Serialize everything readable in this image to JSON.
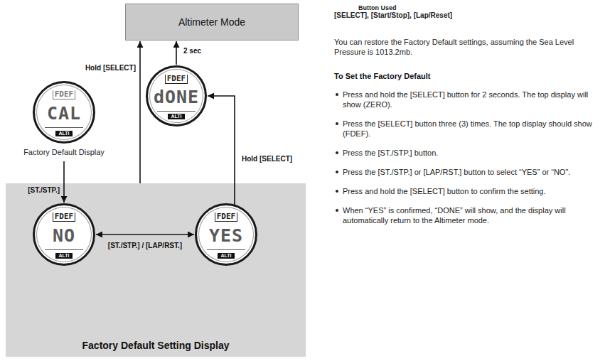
{
  "diagram": {
    "nodes": [
      {
        "text": [
          "Altimeter Mode"
        ]
      },
      {
        "text": [
          "FDEF",
          "CAL",
          "ALTI",
          "Factory Default Display"
        ]
      },
      {
        "text": [
          "FDEF",
          "dONE",
          "ALTI"
        ]
      },
      {
        "text": [
          "Factory Default Setting Display"
        ]
      },
      {
        "text": [
          "FDEF",
          "NO",
          "ALTI"
        ],
        "in": 3
      },
      {
        "text": [
          "FDEF",
          "YES",
          "ALTI"
        ],
        "in": 3
      }
    ],
    "edges": [
      {
        "from": 1,
        "to": 4,
        "label": "[ST./STP.]",
        "arrow": "to"
      },
      {
        "from": 4,
        "to": 5,
        "label": "[ST./STP.] / [LAP/RST.]",
        "arrow": "both"
      },
      {
        "from": 5,
        "to": 2,
        "label": "Hold [SELECT]",
        "arrow": "to"
      },
      {
        "from": 2,
        "to": 0,
        "label": "2 sec",
        "arrow": "to"
      },
      {
        "from": 3,
        "to": 0,
        "label": "Hold [SELECT]",
        "arrow": "to"
      }
    ],
    "labels": [
      "Button Used",
      "[SELECT], [Start/Stop], [Lap/Reset]",
      "You can restore the Factory Default settings, assuming the Sea Level Pressure is 1013.2mb.",
      "To Set the Factory Default",
      "Press and hold the [SELECT] button for 2 seconds. The top display will show (ZERO).",
      "Press the [SELECT] button three (3) times. The top display should show (FDEF).",
      "Press the [ST./STP.] button.",
      "Press the [ST./STP.] or [LAP/RST.] button to select “YES” or “NO”.",
      "Press and hold the [SELECT] button to confirm the setting.",
      "When “YES” is confirmed, “DONE” will show, and the display will automatically return to the Altimeter mode."
    ]
  }
}
